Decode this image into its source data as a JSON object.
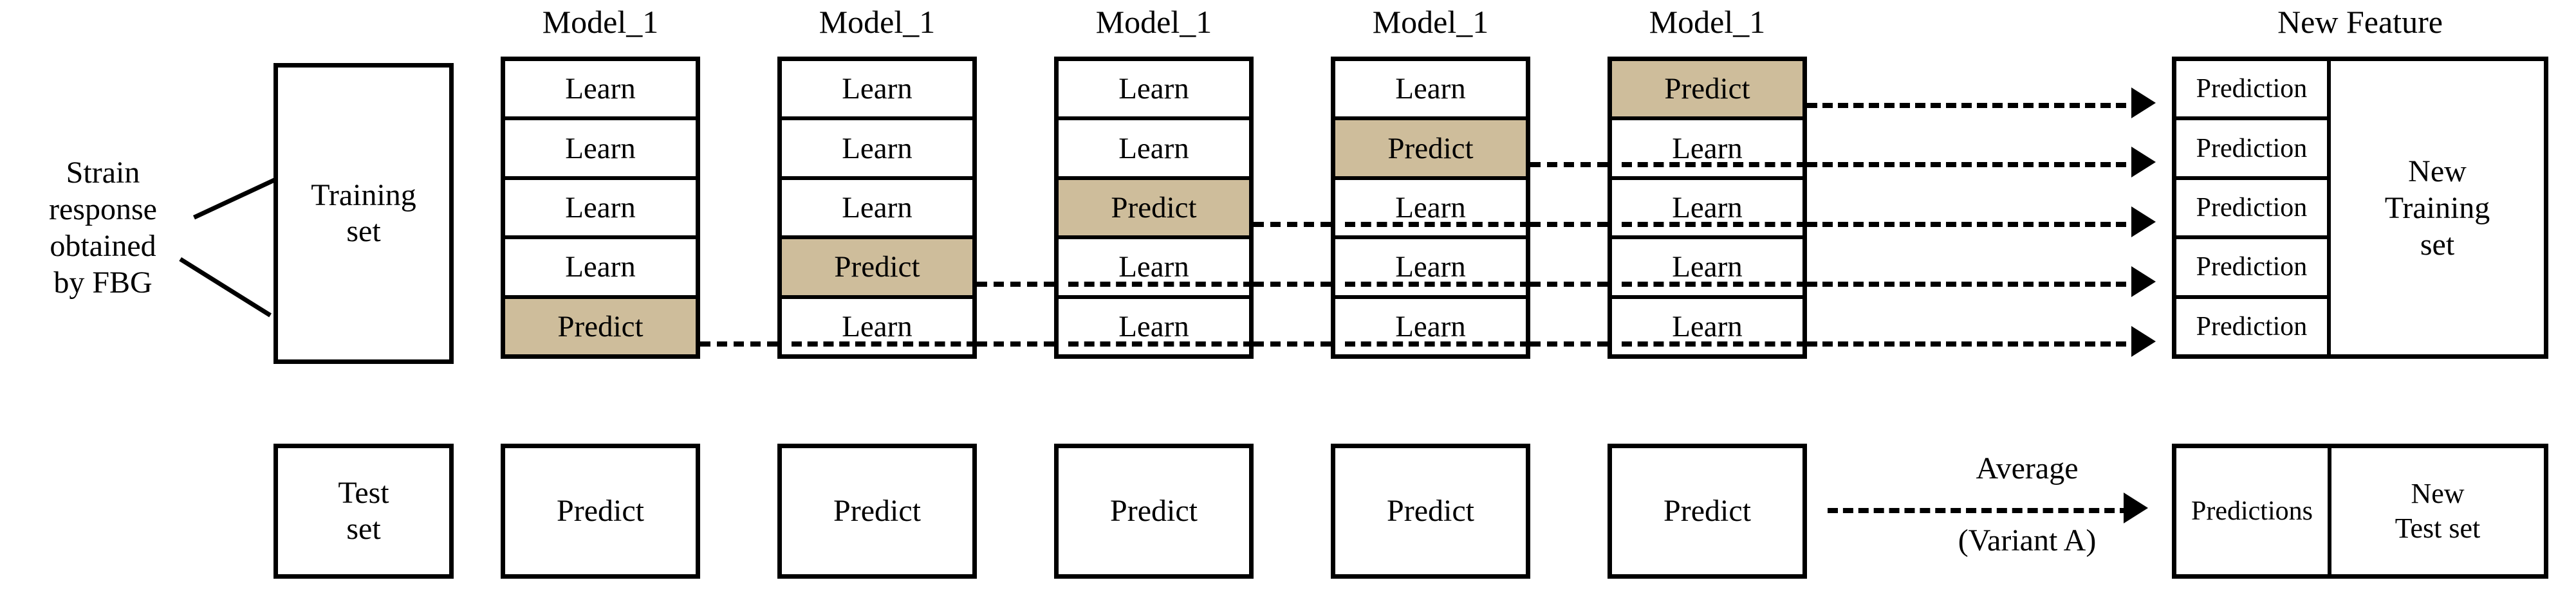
{
  "figure": {
    "title": "Stacking ensemble cross-validation diagram (Variant A)",
    "accent_fill": "#cebd9b",
    "line_color": "#000000",
    "background": "#ffffff"
  },
  "source_label": {
    "text": "Strain\nresponse\nobtained\nby FBG"
  },
  "data_blocks": {
    "training_set": "Training\nset",
    "test_set": "Test\nset"
  },
  "labels": {
    "learn": "Learn",
    "predict": "Predict",
    "prediction": "Prediction",
    "predictions": "Predictions",
    "model_header": "Model_1",
    "new_feature_header": "New Feature",
    "new_training_set": "New\nTraining\nset",
    "new_test_set": "New\nTest set",
    "average": "Average",
    "variant": "(Variant A)"
  },
  "folds": {
    "count": 5,
    "columns": [
      {
        "header": "Model_1",
        "cells": [
          "Learn",
          "Learn",
          "Learn",
          "Learn",
          "Predict"
        ],
        "predict_row": 5,
        "bottom": "Predict"
      },
      {
        "header": "Model_1",
        "cells": [
          "Learn",
          "Learn",
          "Learn",
          "Predict",
          "Learn"
        ],
        "predict_row": 4,
        "bottom": "Predict"
      },
      {
        "header": "Model_1",
        "cells": [
          "Learn",
          "Learn",
          "Predict",
          "Learn",
          "Learn"
        ],
        "predict_row": 3,
        "bottom": "Predict"
      },
      {
        "header": "Model_1",
        "cells": [
          "Learn",
          "Predict",
          "Learn",
          "Learn",
          "Learn"
        ],
        "predict_row": 2,
        "bottom": "Predict"
      },
      {
        "header": "Model_1",
        "cells": [
          "Predict",
          "Learn",
          "Learn",
          "Learn",
          "Learn"
        ],
        "predict_row": 1,
        "bottom": "Predict"
      }
    ]
  },
  "new_feature": {
    "header": "New Feature",
    "rows": [
      "Prediction",
      "Prediction",
      "Prediction",
      "Prediction",
      "Prediction"
    ],
    "panel": "New\nTraining\nset"
  },
  "bottom_output": {
    "left": "Predictions",
    "right": "New\nTest set",
    "arrow_label_top": "Average",
    "arrow_label_bottom": "(Variant A)"
  }
}
